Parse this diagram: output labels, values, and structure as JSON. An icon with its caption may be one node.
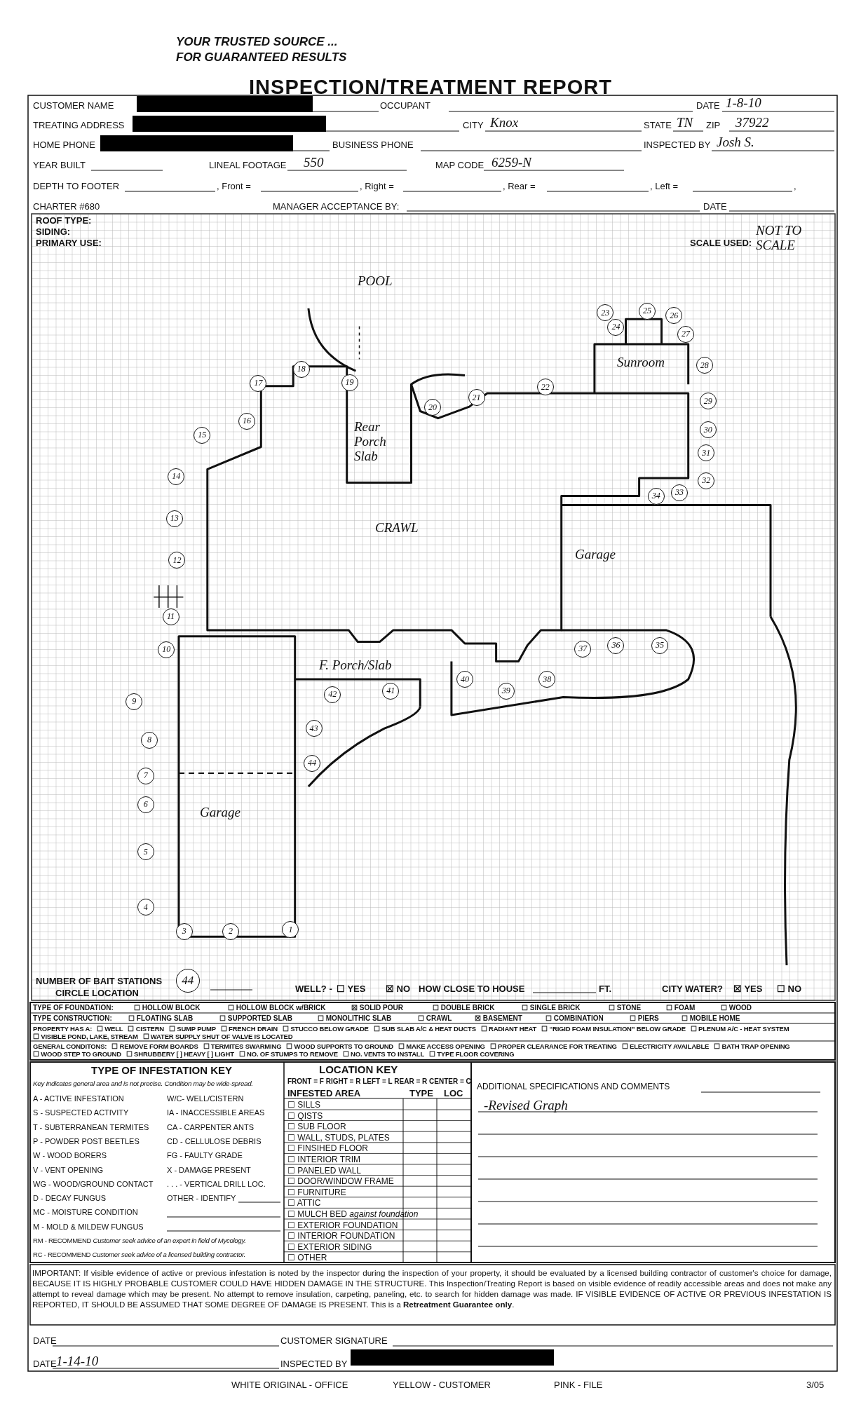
{
  "diagram": {
    "title": "INSPECTION/TREATMENT REPORT",
    "nodes": [
      {
        "text": [
          "1"
        ]
      },
      {
        "text": [
          "2"
        ]
      },
      {
        "text": [
          "3"
        ]
      },
      {
        "text": [
          "4"
        ]
      },
      {
        "text": [
          "5"
        ]
      },
      {
        "text": [
          "6"
        ]
      },
      {
        "text": [
          "7"
        ]
      },
      {
        "text": [
          "8"
        ]
      },
      {
        "text": [
          "9"
        ]
      },
      {
        "text": [
          "10"
        ]
      },
      {
        "text": [
          "11"
        ]
      },
      {
        "text": [
          "12"
        ]
      },
      {
        "text": [
          "13"
        ]
      },
      {
        "text": [
          "14"
        ]
      },
      {
        "text": [
          "15"
        ]
      },
      {
        "text": [
          "16"
        ]
      },
      {
        "text": [
          "17"
        ]
      },
      {
        "text": [
          "18"
        ]
      },
      {
        "text": [
          "19"
        ]
      },
      {
        "text": [
          "20"
        ]
      },
      {
        "text": [
          "21"
        ]
      },
      {
        "text": [
          "22"
        ]
      },
      {
        "text": [
          "23"
        ]
      },
      {
        "text": [
          "24"
        ]
      },
      {
        "text": [
          "25"
        ]
      },
      {
        "text": [
          "26"
        ]
      },
      {
        "text": [
          "27"
        ]
      },
      {
        "text": [
          "28"
        ]
      },
      {
        "text": [
          "29"
        ]
      },
      {
        "text": [
          "30"
        ]
      },
      {
        "text": [
          "31"
        ]
      },
      {
        "text": [
          "32"
        ]
      },
      {
        "text": [
          "33"
        ]
      },
      {
        "text": [
          "34"
        ]
      },
      {
        "text": [
          "35"
        ]
      },
      {
        "text": [
          "36"
        ]
      },
      {
        "text": [
          "37"
        ]
      },
      {
        "text": [
          "38"
        ]
      },
      {
        "text": [
          "39"
        ]
      },
      {
        "text": [
          "40"
        ]
      },
      {
        "text": [
          "41"
        ]
      },
      {
        "text": [
          "42"
        ]
      },
      {
        "text": [
          "43"
        ]
      },
      {
        "text": [
          "44"
        ]
      },
      {
        "text": [
          "44"
        ]
      }
    ],
    "labels": [
      "YOUR TRUSTED SOURCE ...",
      "FOR GUARANTEED RESULTS",
      "CUSTOMER NAME",
      "OCCUPANT",
      "DATE",
      "1-8-10",
      "TREATING ADDRESS",
      "CITY",
      "Knox",
      "STATE",
      "TN",
      "ZIP",
      "37922",
      "HOME PHONE",
      "BUSINESS PHONE",
      "INSPECTED BY",
      "Josh S.",
      "YEAR BUILT",
      "LINEAL FOOTAGE",
      "550",
      "MAP CODE",
      "6259-N",
      "DEPTH TO FOOTER",
      ", Front =",
      ", Right =",
      ", Rear =",
      ", Left =",
      ",",
      "CHARTER #680",
      "MANAGER ACCEPTANCE BY:",
      "DATE",
      "ROOF TYPE:",
      "SIDING:",
      "PRIMARY USE:",
      "SCALE USED:",
      "NOT TO SCALE",
      "POOL",
      "Sunroom",
      "Rear Porch Slab",
      "CRAWL",
      "Garage",
      "F. Porch/Slab",
      "Garage",
      "NUMBER OF BAIT STATIONS",
      "CIRCLE LOCATION",
      "WELL? -",
      "☐ YES",
      "☒ NO",
      "HOW CLOSE TO HOUSE",
      "FT.",
      "CITY WATER?",
      "☒ YES",
      "☐ NO",
      "TYPE OF FOUNDATION:",
      "☐ HOLLOW BLOCK",
      "☐ HOLLOW BLOCK w/BRICK",
      "☒ SOLID POUR",
      "☐ DOUBLE BRICK",
      "☐ SINGLE BRICK",
      "☐ STONE",
      "☐ FOAM",
      "☐ WOOD",
      "TYPE CONSTRUCTION:",
      "☐ FLOATING SLAB",
      "☐ SUPPORTED SLAB",
      "☐ MONOLITHIC SLAB",
      "☐ CRAWL",
      "☒ BASEMENT",
      "☐ COMBINATION",
      "☐ PIERS",
      "☐ MOBILE HOME",
      "PROPERTY HAS A:",
      "☐ WELL",
      "☐ CISTERN",
      "☐ SUMP PUMP",
      "☐ FRENCH DRAIN",
      "☐ STUCCO BELOW GRADE",
      "☐ SUB SLAB A/C & HEAT DUCTS",
      "☐ RADIANT HEAT",
      "☐ “RIGID FOAM INSULATION” BELOW GRADE",
      "☐ PLENUM A/C - HEAT SYSTEM",
      "☐ VISIBLE POND, LAKE, STREAM",
      "☐ WATER SUPPLY SHUT OF VALVE IS LOCATED",
      "GENERAL CONDITONS:",
      "☐ REMOVE FORM BOARDS",
      "☐ TERMITES SWARMING",
      "☐ WOOD SUPPORTS TO GROUND",
      "☐ MAKE ACCESS OPENING",
      "☐ PROPER CLEARANCE FOR TREATING",
      "☐ ELECTRICITY AVAILABLE",
      "☐ BATH TRAP OPENING",
      "☐ WOOD STEP TO GROUND",
      "☐ SHRUBBERY [ ] HEAVY [ ] LIGHT",
      "☐ NO. OF STUMPS TO REMOVE",
      "☐ NO. VENTS TO INSTALL",
      "☐ TYPE FLOOR COVERING",
      "TYPE OF INFESTATION KEY",
      "Key Indicates general area and is not precise. Condition may be wide-spread.",
      "A - ACTIVE INFESTATION",
      "W/C- WELL/CISTERN",
      "S - SUSPECTED ACTIVITY",
      "IA - INACCESSIBLE AREAS",
      "T - SUBTERRANEAN TERMITES",
      "CA - CARPENTER ANTS",
      "P - POWDER POST BEETLES",
      "CD - CELLULOSE DEBRIS",
      "W - WOOD BORERS",
      "FG - FAULTY GRADE",
      "V - VENT OPENING",
      "X - DAMAGE PRESENT",
      "WG - WOOD/GROUND CONTACT",
      ". . . - VERTICAL DRILL LOC.",
      "D - DECAY FUNGUS",
      "OTHER - IDENTIFY",
      "MC - MOISTURE CONDITION",
      "M - MOLD & MILDEW FUNGUS",
      "RM - RECOMMEND *Customer seek advice of an expert in field of Mycology.*",
      "RC - RECOMMEND *Customer seek advice of a licensed building contractor.*",
      "LOCATION KEY",
      "FRONT = F RIGHT = R LEFT = L REAR = R CENTER = C",
      "INFESTED AREA",
      "TYPE",
      "LOC",
      "☐ SILLS",
      "☐ QISTS",
      "☐ SUB FLOOR",
      "☐ WALL, STUDS, PLATES",
      "☐ FINSIHED FLOOR",
      "☐ INTERIOR TRIM",
      "☐ PANELED WALL",
      "☐ DOOR/WINDOW FRAME",
      "☐ FURNITURE",
      "☐ ATTIC",
      "☐ MULCH BED *against foundation*",
      "☐ EXTERIOR FOUNDATION",
      "☐ INTERIOR FOUNDATION",
      "☐ EXTERIOR SIDING",
      "☐ OTHER",
      "ADDITIONAL SPECIFICATIONS AND COMMENTS",
      "-Revised Graph",
      "IMPORTANT: If visible evidence of active or previous infestation is noted by the inspector during the inspection of your property, it should be evaluated by a licensed building contractor of customer's choice for damage, BECAUSE IT IS HIGHLY PROBABLE CUSTOMER COULD HAVE HIDDEN DAMAGE IN THE STRUCTURE. This Inspection/Treating Report is based on visible evidence of readily accessible areas and does not make any attempt to reveal damage which may be present. No attempt to remove insulation, carpeting, paneling, etc. to search for hidden damage was made. IF VISIBLE EVIDENCE OF ACTIVE OR PREVIOUS INFESTATION IS REPORTED, IT SHOULD BE ASSUMED THAT SOME DEGREE OF DAMAGE IS PRESENT. This is a **Retreatment Guarantee only**.",
      "DATE",
      "CUSTOMER SIGNATURE",
      "DATE",
      "1-14-10",
      "INSPECTED BY",
      "WHITE ORIGINAL - OFFICE",
      "YELLOW - CUSTOMER",
      "PINK - FILE",
      "3/05"
    ]
  }
}
